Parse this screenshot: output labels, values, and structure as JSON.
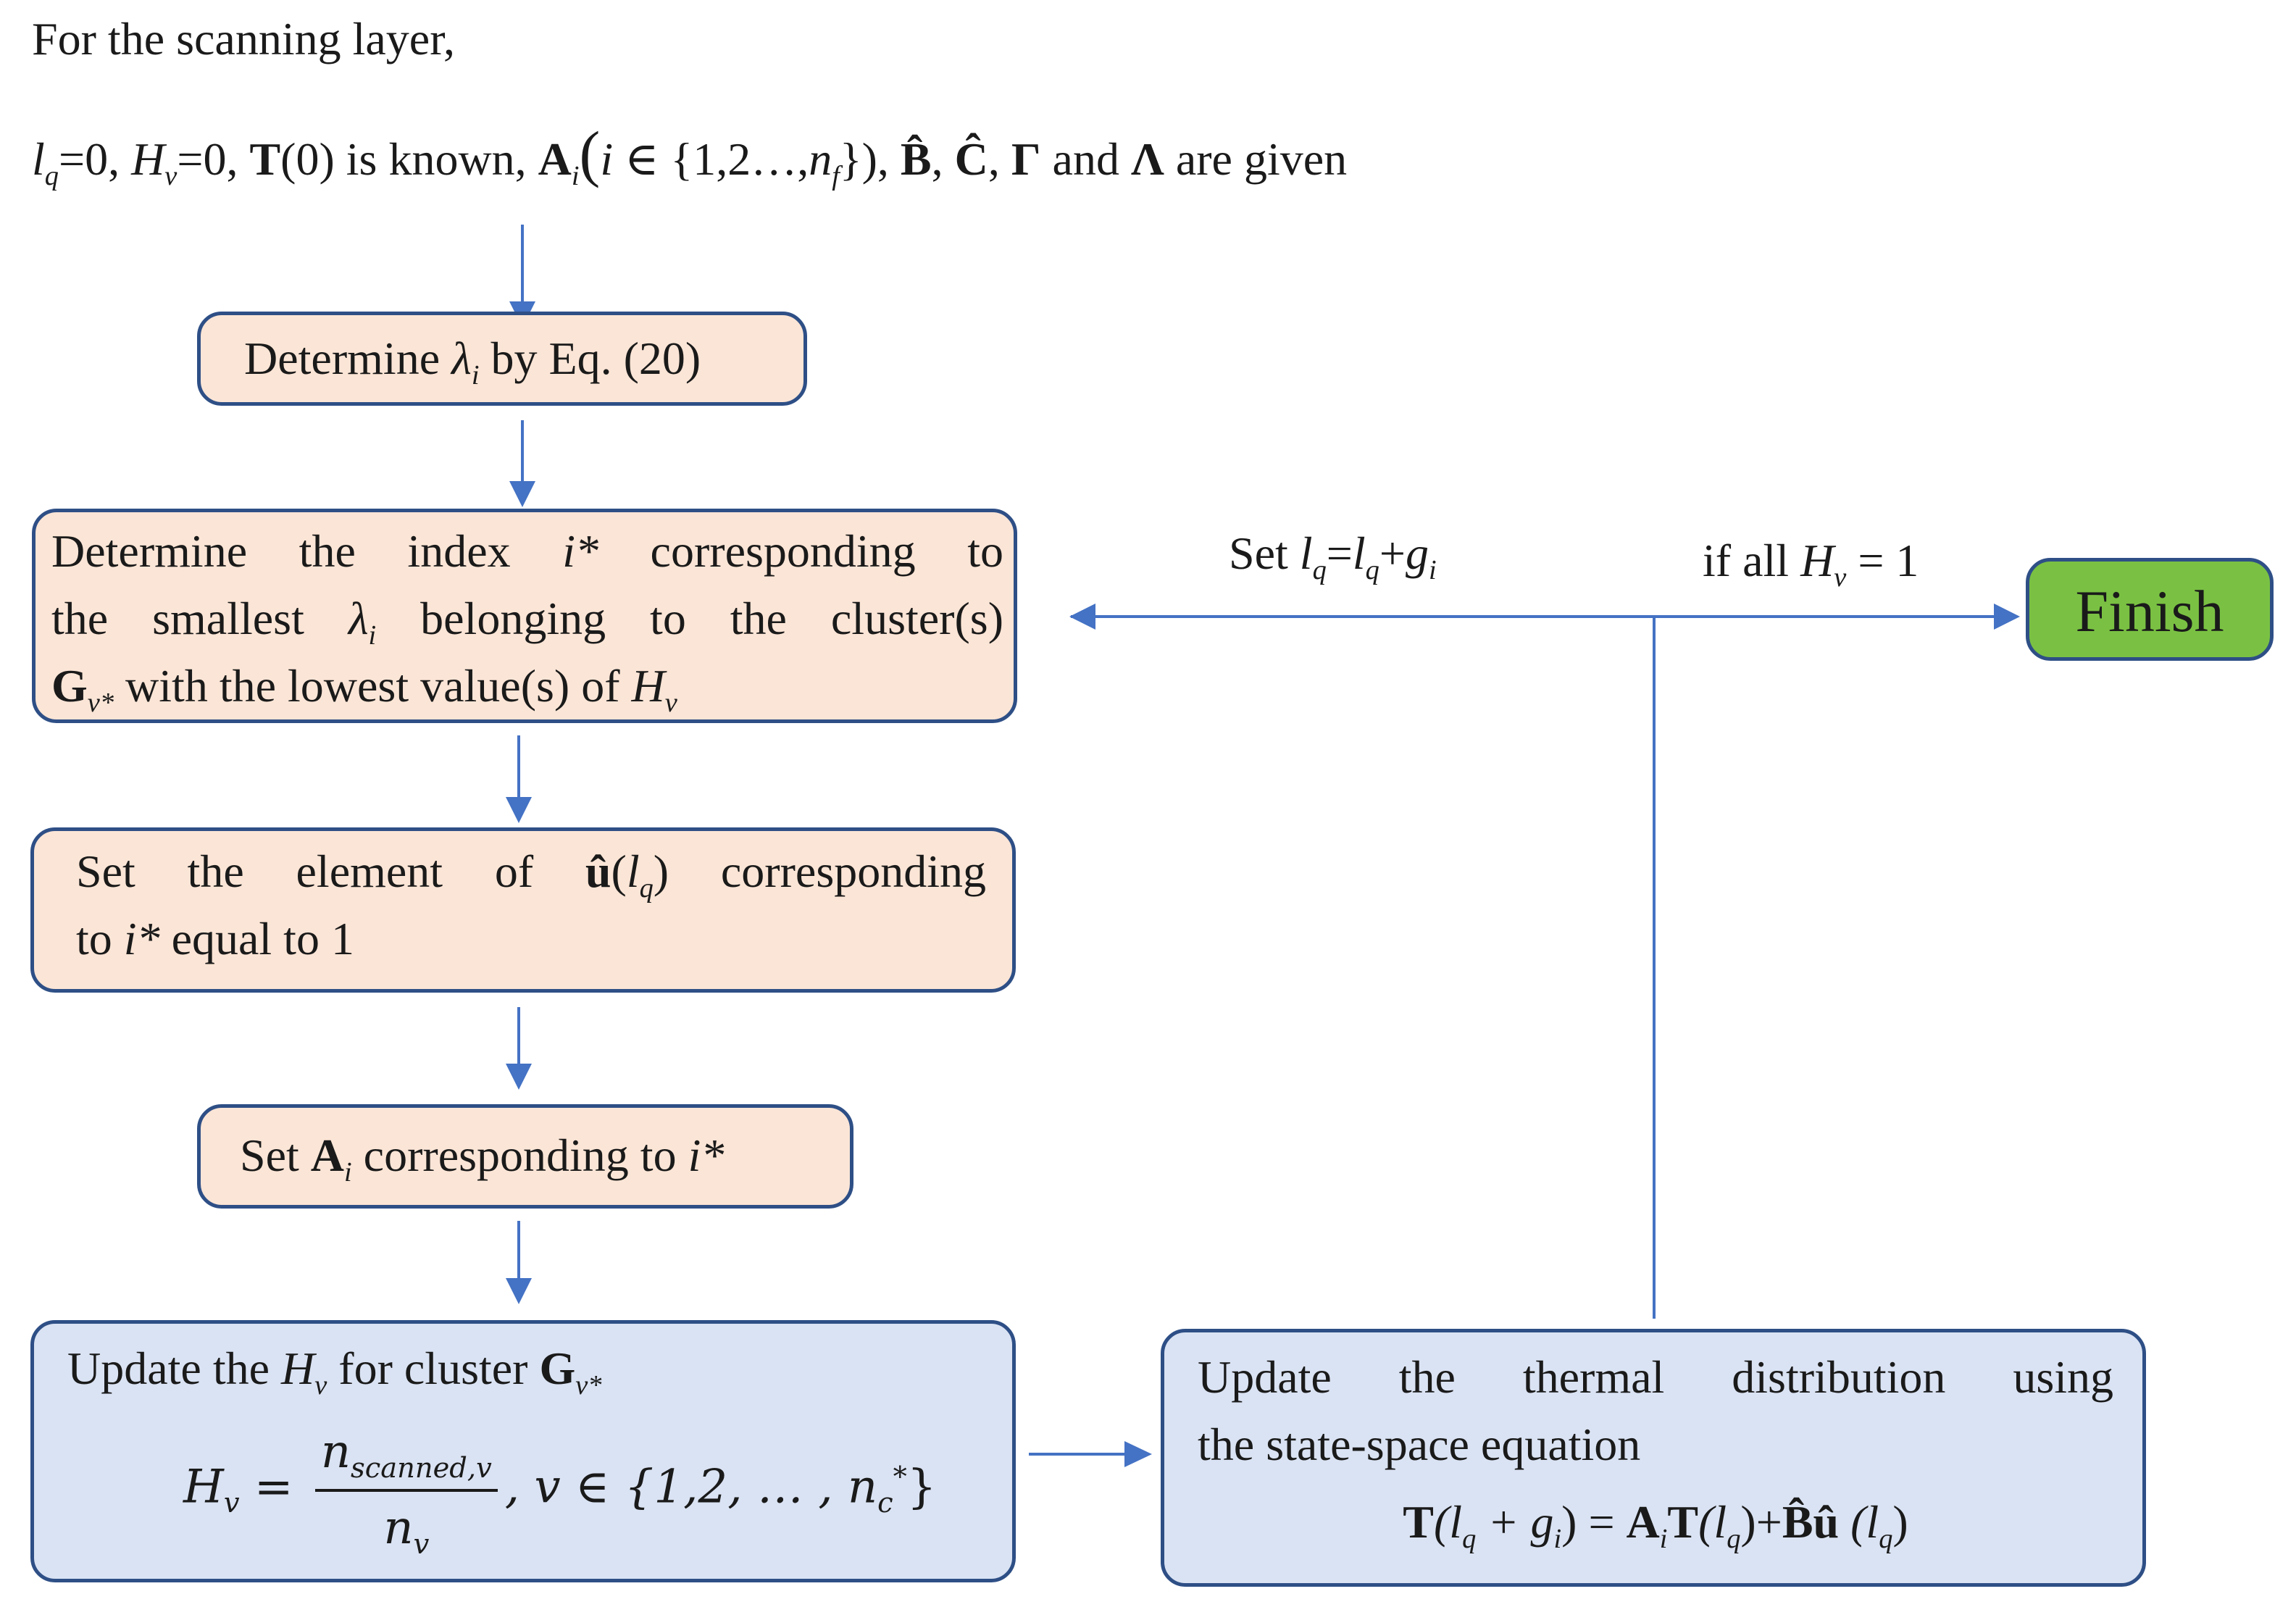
{
  "intro": {
    "line1": "For the scanning layer,",
    "line2_a": "l",
    "line2_a_sub": "q",
    "line2_b": "=0, ",
    "line2_c": "H",
    "line2_c_sub": "v",
    "line2_d": "=0, ",
    "line2_e": "T",
    "line2_f": "(0)  is known, ",
    "line2_g": "A",
    "line2_g_sub": "i",
    "line2_h": "(",
    "line2_i": "i",
    "line2_j": " ∈ {1,2…,",
    "line2_k": "n",
    "line2_k_sub": "f",
    "line2_l": "}), ",
    "line2_m": "B̂",
    "line2_n": ", ",
    "line2_o": "Ĉ",
    "line2_p": ", ",
    "line2_q": "Γ",
    "line2_r": " and ",
    "line2_s": "Λ",
    "line2_t": " are given"
  },
  "box_lambda": {
    "a": "Determine ",
    "sym": "λ",
    "sub": "i",
    "b": " by Eq. (20)"
  },
  "box_index": {
    "l1_a": "Determine the index ",
    "l1_sym": "i*",
    "l1_b": " corresponding to",
    "l2_a": "the smallest ",
    "l2_sym": "λ",
    "l2_sub": "i",
    "l2_b": " belonging to the cluster(s)",
    "l3_sym": "G",
    "l3_sub": "v*",
    "l3_a": " with the lowest value(s) of ",
    "l3_h": "H",
    "l3_hsub": "v"
  },
  "box_element": {
    "l1_a": "Set the element of ",
    "l1_u": "û",
    "l1_b": "(",
    "l1_l": "l",
    "l1_lsub": "q",
    "l1_c": ") corresponding",
    "l2_a": "to ",
    "l2_sym": "i*",
    "l2_b": " equal to 1"
  },
  "box_setA": {
    "a": "Set ",
    "sym": "A",
    "sub": "i",
    "b": " corresponding to ",
    "c": "i*"
  },
  "box_update_h": {
    "l1_a": "Update the ",
    "l1_h": "H",
    "l1_hsub": "v",
    "l1_b": " for cluster ",
    "l1_g": "G",
    "l1_gsub": "v*",
    "eq_lhs": "H",
    "eq_lhs_sub": "v",
    "eq_eq": " = ",
    "eq_num": "n",
    "eq_num_sub": "scanned,v",
    "eq_den": "n",
    "eq_den_sub": "v",
    "eq_rest": ", v ∈ {1,2, … , n",
    "eq_rest_sub": "c",
    "eq_rest_sup": "*",
    "eq_close": "}"
  },
  "box_thermal": {
    "l1": "Update the thermal distribution using",
    "l2": "the state-space equation",
    "eq_a": "T",
    "eq_b": "(l",
    "eq_b_sub": "q",
    "eq_c": " + g",
    "eq_c_sub": "i",
    "eq_d": ") = ",
    "eq_e": "A",
    "eq_e_sub": "i",
    "eq_f": "T",
    "eq_g": "(l",
    "eq_g_sub": "q",
    "eq_h": ")+",
    "eq_i": "B̂û",
    "eq_j": " (l",
    "eq_j_sub": "q",
    "eq_k": ")"
  },
  "labels": {
    "set_lq_a": "Set ",
    "set_lq_l": "l",
    "set_lq_sub": "q",
    "set_lq_eq": "=",
    "set_lq_l2": "l",
    "set_lq_sub2": "q",
    "set_lq_plus": "+",
    "set_lq_g": "g",
    "set_lq_gsub": "i",
    "if_all_a": "if all ",
    "if_all_h": "H",
    "if_all_sub": "v",
    "if_all_b": " = 1"
  },
  "finish": {
    "label": "Finish"
  },
  "colors": {
    "line": "#4472c4",
    "border": "#2e4f86",
    "peach": "#fbe5d6",
    "blue": "#dae3f3",
    "green": "#7ac143"
  }
}
